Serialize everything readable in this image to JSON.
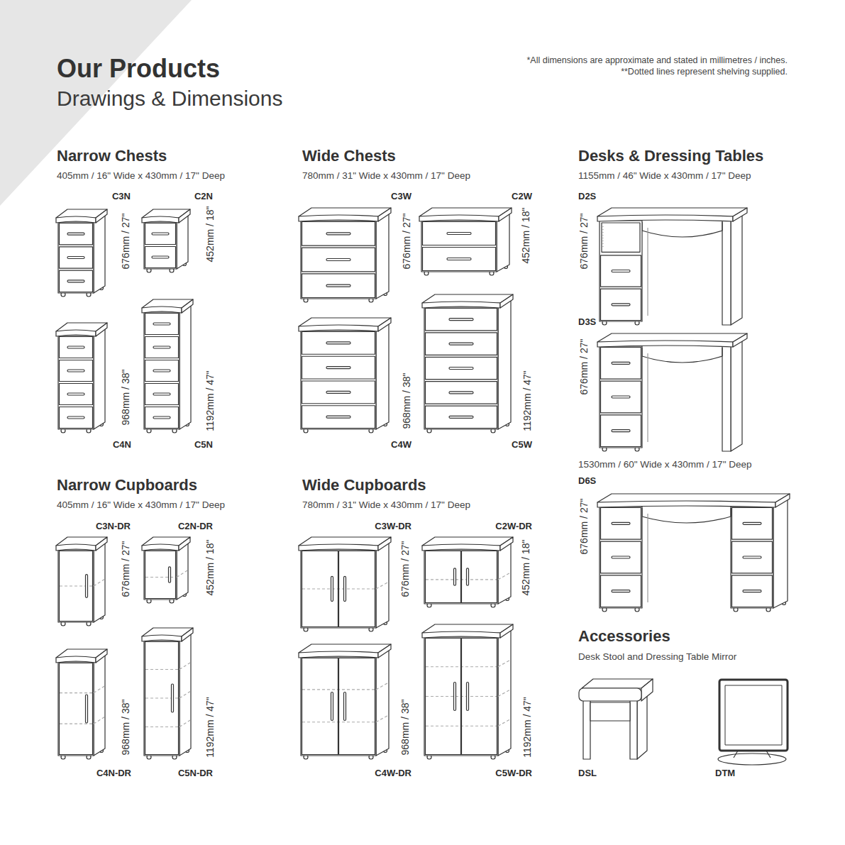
{
  "diagram": {
    "title": "Our Products",
    "labels": [
      "Drawings & Dimensions",
      "*All dimensions are approximate and stated in millimetres / inches.",
      "**Dotted lines represent shelving supplied.",
      "Narrow Chests",
      "405mm / 16\" Wide x 430mm / 17\" Deep",
      "C3N",
      "C2N",
      "676mm / 27\"",
      "452mm / 18\"",
      "968mm / 38\"",
      "1192mm / 47\"",
      "C4N",
      "C5N",
      "Wide Chests",
      "780mm / 31\" Wide x 430mm / 17\" Deep",
      "C3W",
      "C2W",
      "676mm / 27\"",
      "452mm / 18\"",
      "968mm / 38\"",
      "1192mm / 47\"",
      "C4W",
      "C5W",
      "Desks & Dressing Tables",
      "1155mm / 46\" Wide x 430mm / 17\" Deep",
      "D2S",
      "676mm / 27\"",
      "D3S",
      "676mm / 27\"",
      "1530mm / 60\" Wide x 430mm / 17\" Deep",
      "D6S",
      "676mm / 27\"",
      "Narrow Cupboards",
      "405mm / 16\" Wide x 430mm / 17\" Deep",
      "C3N-DR",
      "C2N-DR",
      "676mm / 27\"",
      "452mm / 18\"",
      "968mm / 38\"",
      "1192mm / 47\"",
      "C4N-DR",
      "C5N-DR",
      "Wide Cupboards",
      "780mm / 31\" Wide x 430mm / 17\" Deep",
      "C3W-DR",
      "C2W-DR",
      "676mm / 27\"",
      "452mm / 18\"",
      "968mm / 38\"",
      "1192mm / 47\"",
      "C4W-DR",
      "C5W-DR",
      "Accessories",
      "Desk Stool and Dressing Table Mirror",
      "DSL",
      "DTM"
    ]
  }
}
